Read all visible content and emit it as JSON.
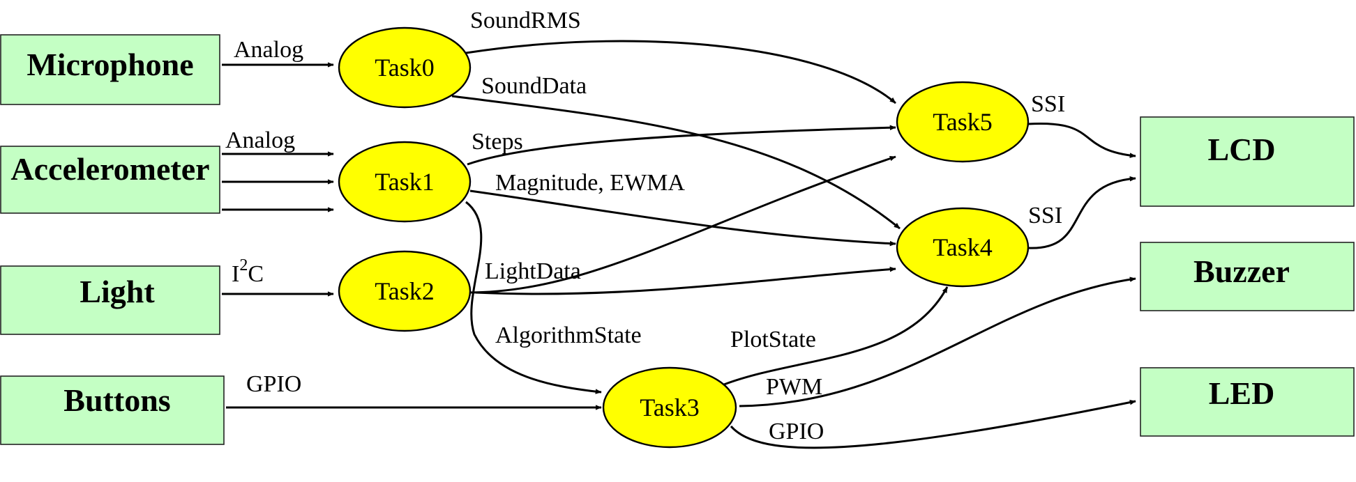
{
  "colors": {
    "source_box": "#c4ffc4",
    "task_fill": "#ffff00",
    "line": "#000000"
  },
  "inputs": {
    "microphone": "Microphone",
    "accelerometer": "Accelerometer",
    "light": "Light",
    "buttons": "Buttons"
  },
  "outputs": {
    "lcd": "LCD",
    "buzzer": "Buzzer",
    "led": "LED"
  },
  "tasks": {
    "task0": "Task0",
    "task1": "Task1",
    "task2": "Task2",
    "task3": "Task3",
    "task4": "Task4",
    "task5": "Task5"
  },
  "edges": {
    "mic_analog": "Analog",
    "acc_analog": "Analog",
    "i2c_base": "I",
    "i2c_sup": "2",
    "i2c_tail": "C",
    "buttons_gpio": "GPIO",
    "sound_rms": "SoundRMS",
    "sound_data": "SoundData",
    "steps": "Steps",
    "magnitude_ewma": "Magnitude, EWMA",
    "light_data": "LightData",
    "algorithm_state": "AlgorithmState",
    "plot_state": "PlotState",
    "pwm": "PWM",
    "led_gpio": "GPIO",
    "ssi_task5": "SSI",
    "ssi_task4": "SSI"
  }
}
